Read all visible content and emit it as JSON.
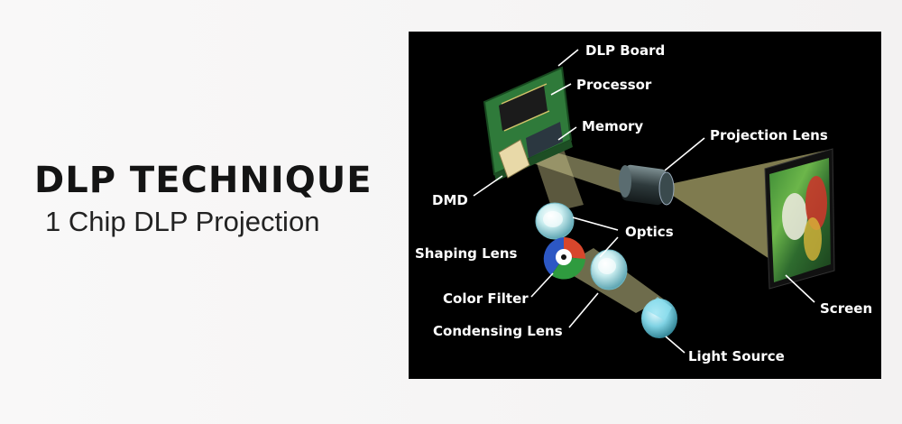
{
  "heading": {
    "title": "DLP TECHNIQUE",
    "subtitle": "1 Chip DLP Projection"
  },
  "diagram": {
    "labels": {
      "dlp_board": "DLP Board",
      "processor": "Processor",
      "memory": "Memory",
      "projection_lens": "Projection Lens",
      "dmd": "DMD",
      "optics": "Optics",
      "shaping_lens": "Shaping Lens",
      "color_filter": "Color Filter",
      "condensing_lens": "Condensing Lens",
      "screen": "Screen",
      "light_source": "Light Source"
    },
    "colors": {
      "background": "#000000",
      "board": "#2f7a3a",
      "light_beam": "#c9c48a",
      "lens": "#bfe6ea",
      "filter_red": "#d8462c",
      "filter_green": "#2f9b3f",
      "filter_blue": "#2c57c4"
    }
  }
}
